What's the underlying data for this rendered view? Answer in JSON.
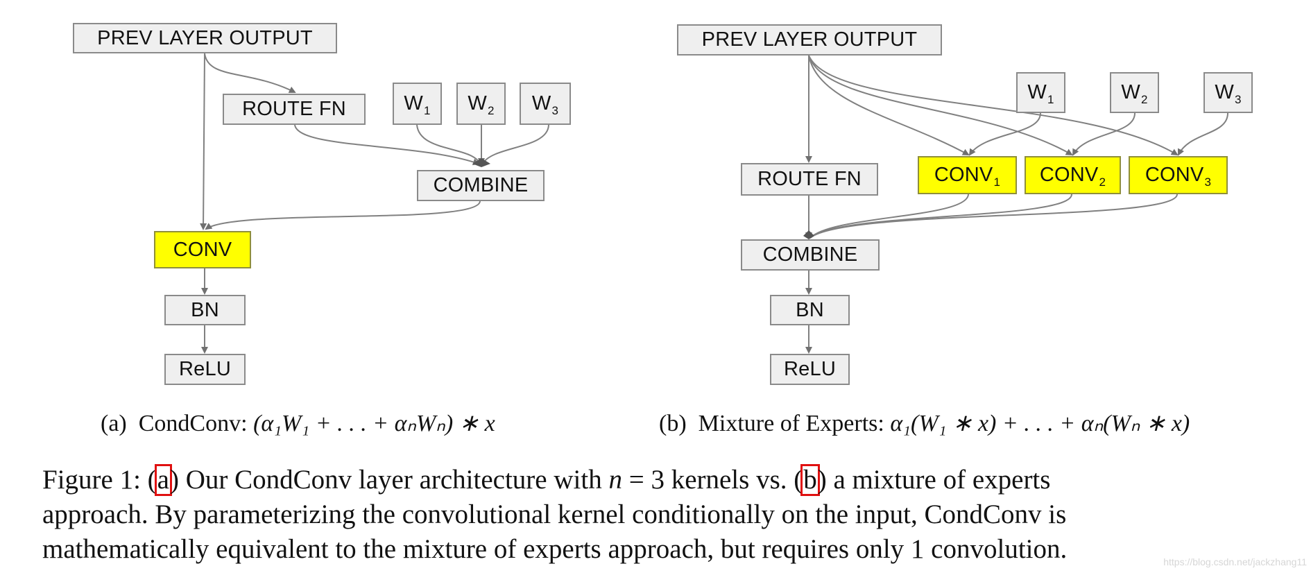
{
  "diagram_a": {
    "prev_output": "PREV LAYER OUTPUT",
    "route_fn": "ROUTE FN",
    "weights": [
      {
        "base": "W",
        "sub": "1"
      },
      {
        "base": "W",
        "sub": "2"
      },
      {
        "base": "W",
        "sub": "3"
      }
    ],
    "combine": "COMBINE",
    "conv": "CONV",
    "bn": "BN",
    "relu": "ReLU"
  },
  "diagram_b": {
    "prev_output": "PREV LAYER OUTPUT",
    "route_fn": "ROUTE FN",
    "weights": [
      {
        "base": "W",
        "sub": "1"
      },
      {
        "base": "W",
        "sub": "2"
      },
      {
        "base": "W",
        "sub": "3"
      }
    ],
    "convs": [
      {
        "base": "CONV",
        "sub": "1"
      },
      {
        "base": "CONV",
        "sub": "2"
      },
      {
        "base": "CONV",
        "sub": "3"
      }
    ],
    "combine": "COMBINE",
    "bn": "BN",
    "relu": "ReLU"
  },
  "captions": {
    "a_label": "(a)",
    "a_text": "CondConv:",
    "a_formula": "(α₁W₁ + . . . + αₙWₙ) ∗ x",
    "b_label": "(b)",
    "b_text": "Mixture of Experts:",
    "b_formula": "α₁(W₁ ∗ x) + . . . + αₙ(Wₙ ∗ x)"
  },
  "figure_caption": {
    "part1": "Figure 1: (",
    "ref_a": "a",
    "part2": ") Our CondConv layer architecture with ",
    "math_n": "n",
    "part3": " = 3 kernels vs. (",
    "ref_b": "b",
    "part4": ") a mixture of experts",
    "line2": "approach. By parameterizing the convolutional kernel conditionally on the input, CondConv is",
    "line3": "mathematically equivalent to the mixture of experts approach, but requires only 1 convolution."
  },
  "watermark": "https://blog.csdn.net/jackzhang11",
  "colors": {
    "node_fill": "#efefef",
    "node_border": "#8a8a8a",
    "highlight_fill": "#ffff00",
    "edge": "#707070",
    "ref_box": "#e01010"
  }
}
